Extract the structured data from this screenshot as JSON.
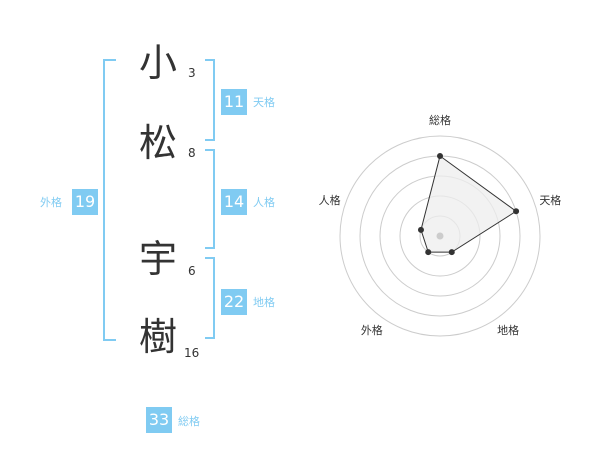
{
  "name": {
    "chars": [
      {
        "char": "小",
        "strokes": "3"
      },
      {
        "char": "松",
        "strokes": "8"
      },
      {
        "char": "宇",
        "strokes": "6"
      },
      {
        "char": "樹",
        "strokes": "16"
      }
    ]
  },
  "fortune": {
    "tenkaku": {
      "value": "11",
      "label": "天格"
    },
    "jinkaku": {
      "value": "14",
      "label": "人格"
    },
    "chikaku": {
      "value": "22",
      "label": "地格"
    },
    "gaikaku": {
      "value": "19",
      "label": "外格"
    },
    "soukaku": {
      "value": "33",
      "label": "総格"
    }
  },
  "colors": {
    "accent": "#80cbf2",
    "text": "#333333",
    "grid": "#cccccc"
  },
  "chart_data": {
    "type": "radar",
    "axes": [
      "総格",
      "天格",
      "地格",
      "外格",
      "人格"
    ],
    "levels": 5,
    "values": [
      4,
      4,
      1,
      1,
      1
    ]
  }
}
